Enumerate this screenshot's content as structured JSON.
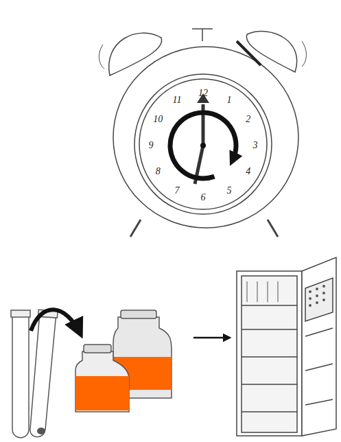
{
  "diagram": {
    "labels": [
      "12",
      "1",
      "2",
      "3",
      "4",
      "5",
      "6",
      "7",
      "8",
      "9",
      "10",
      "11"
    ]
  }
}
